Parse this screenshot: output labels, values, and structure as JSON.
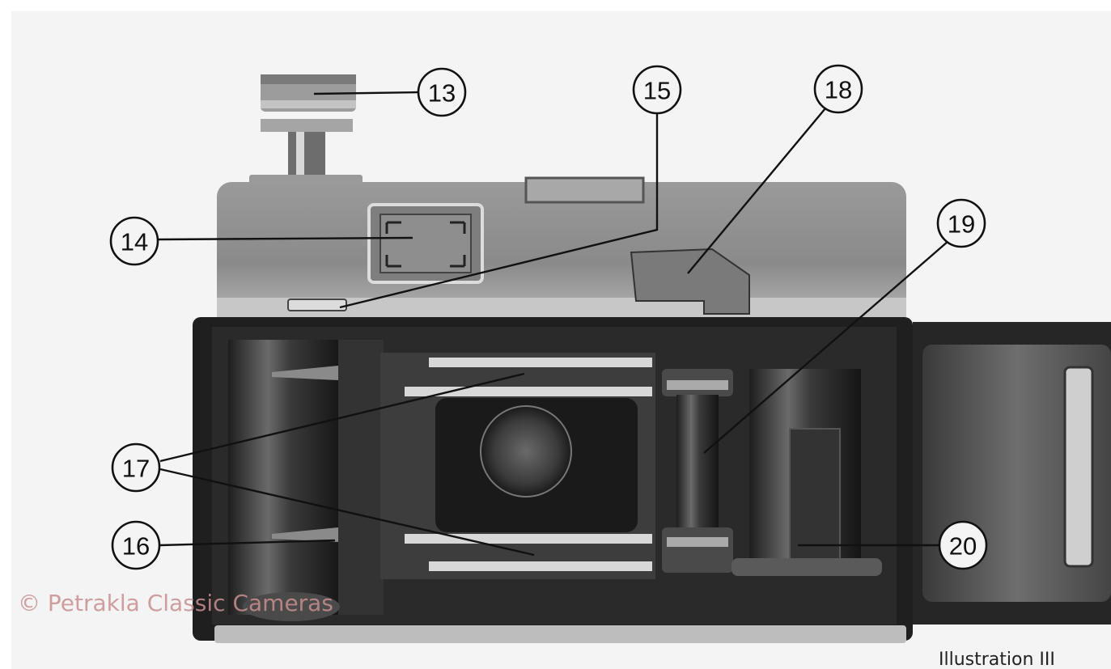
{
  "diagram": {
    "callouts": [
      {
        "id": "13",
        "label": "13"
      },
      {
        "id": "14",
        "label": "14"
      },
      {
        "id": "15",
        "label": "15"
      },
      {
        "id": "16",
        "label": "16"
      },
      {
        "id": "17",
        "label": "17"
      },
      {
        "id": "18",
        "label": "18"
      },
      {
        "id": "19",
        "label": "19"
      },
      {
        "id": "20",
        "label": "20"
      }
    ],
    "caption": "Illustration III",
    "watermark": "© Petrakla Classic Cameras"
  }
}
